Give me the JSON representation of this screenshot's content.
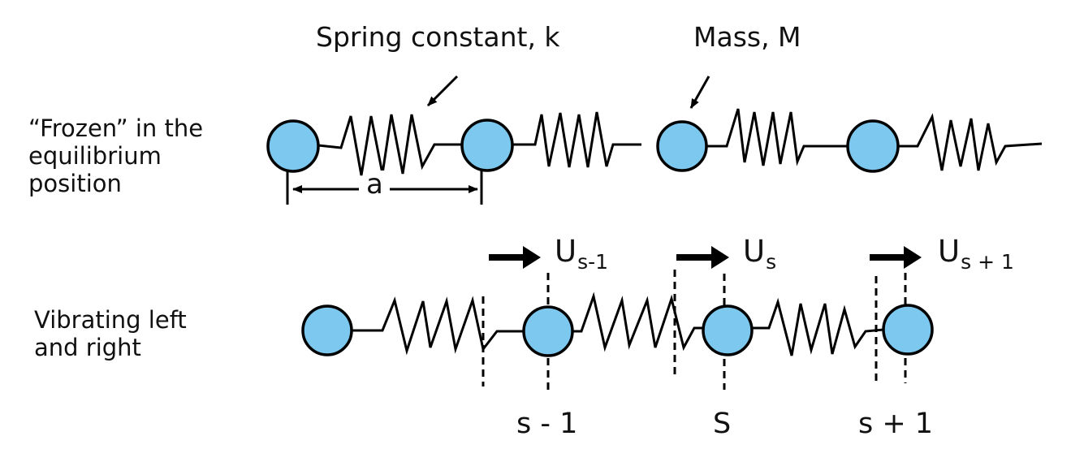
{
  "diagram": {
    "title": "One-dimensional monatomic chain of masses and springs",
    "colors": {
      "mass_fill": "#7dc8ee",
      "stroke": "#000000",
      "background": "#ffffff"
    },
    "top_row": {
      "side_label_lines": [
        "“Frozen” in the",
        "equilibrium",
        "position"
      ],
      "spring_label": "Spring constant, k",
      "mass_label": "Mass, M",
      "spacing_label": "a",
      "mass_count": 4
    },
    "bottom_row": {
      "side_label_lines": [
        "Vibrating left",
        "and right"
      ],
      "displacements": [
        {
          "symbol": "U",
          "subscript": "s-1"
        },
        {
          "symbol": "U",
          "subscript": "s"
        },
        {
          "symbol": "U",
          "subscript": "s + 1"
        }
      ],
      "site_labels": [
        "s - 1",
        "S",
        "s + 1"
      ],
      "mass_count": 4
    }
  }
}
